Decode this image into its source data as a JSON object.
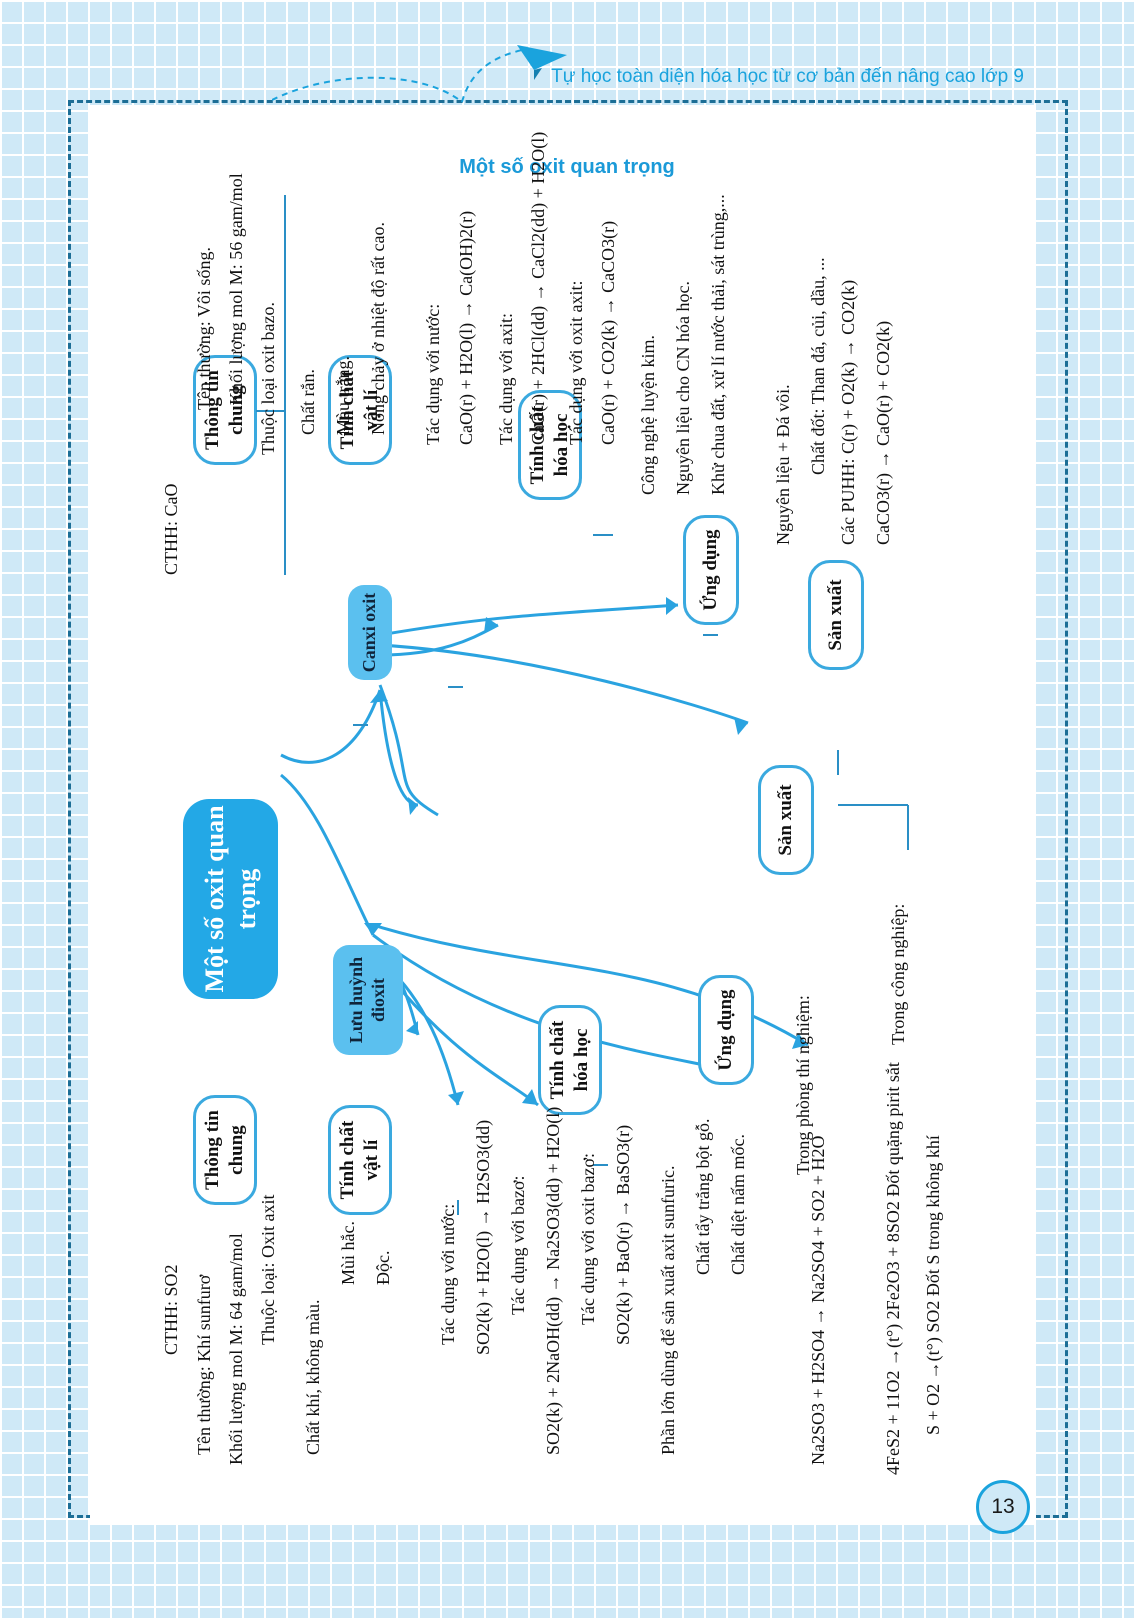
{
  "header": {
    "series_title": "Tự học toàn diện hóa học từ cơ bản đến nâng cao lớp 9"
  },
  "title": "Một số oxit quan trọng",
  "page_number": "13",
  "center": "Một số oxit quan trọng",
  "cao": {
    "label": "Canxi oxit",
    "general": {
      "node": "Thông tin chung",
      "items": [
        "CTHH: CaO",
        "Tên thường: Vôi sống.",
        "Khối lượng mol M: 56 gam/mol",
        "Thuộc loại oxit bazo."
      ]
    },
    "physical": {
      "node": "Tính chất vật lí",
      "items": [
        "Chất rắn.",
        "Màu trắng.",
        "Nóng chảy ở nhiệt độ rất cao."
      ]
    },
    "chemical": {
      "node": "Tính chất hóa học",
      "items": [
        {
          "title": "Tác dụng với nước:",
          "eq": "CaO(r) + H2O(l) → Ca(OH)2(r)"
        },
        {
          "title": "Tác dụng với axit:",
          "eq": "CaO(r) + 2HCl(dd) → CaCl2(dd) + H2O(l)"
        },
        {
          "title": "Tác dụng với oxit axit:",
          "eq": "CaO(r) + CO2(k) → CaCO3(r)"
        }
      ]
    },
    "usage": {
      "node": "Ứng dụng",
      "items": [
        "Công nghệ luyện kim.",
        "Nguyên liệu cho CN hóa học.",
        "Khử chua đất, xử lí nước thải, sát trùng,..."
      ]
    },
    "production": {
      "node": "Sản xuất",
      "items": [
        "Nguyên liệu   + Đá vôi.",
        "Chất đốt: Than đá, củi, dầu, ...",
        "Các PUHH:  C(r) + O2(k) → CO2(k)",
        "CaCO3(r) → CaO(r) + CO2(k)"
      ]
    }
  },
  "so2": {
    "label": "Lưu huỳnh đioxit",
    "general": {
      "node": "Thông tin chung",
      "items": [
        "CTHH: SO2",
        "Tên thường: Khí sunfurơ",
        "Khối lượng mol M: 64 gam/mol",
        "Thuộc loại: Oxit axit"
      ]
    },
    "physical": {
      "node": "Tính chất vật lí",
      "items": [
        "Chất khí, không màu.",
        "Mùi hắc.",
        "Độc."
      ]
    },
    "chemical": {
      "node": "Tính chất hóa học",
      "items": [
        {
          "title": "Tác dụng với nước:",
          "eq": "SO2(k) + H2O(l) → H2SO3(dd)"
        },
        {
          "title": "Tác dụng với bazơ:",
          "eq": "SO2(k) + 2NaOH(dd) → Na2SO3(dd) + H2O(l)"
        },
        {
          "title": "Tác dụng với oxit bazơ:",
          "eq": "SO2(k) + BaO(r) → BaSO3(r)"
        }
      ]
    },
    "usage": {
      "node": "Ứng dụng",
      "items": [
        "Phần lớn dùng để sản xuất axit sunfuric.",
        "Chất tẩy trắng bột gỗ.",
        "Chất diệt nấm mốc."
      ]
    },
    "production": {
      "node": "Sản xuất",
      "lab": {
        "title": "Trong phòng thí nghiệm:",
        "eq": "Na2SO3 + H2SO4 → Na2SO4 + SO2 + H2O"
      },
      "industry": {
        "title": "Trong công nghiệp:",
        "eq1": "4FeS2 + 11O2 →(t°) 2Fe2O3 + 8SO2  Đốt quặng pirit sắt",
        "eq2": "S + O2 →(t°) SO2    Đốt S trong không khí"
      }
    }
  }
}
